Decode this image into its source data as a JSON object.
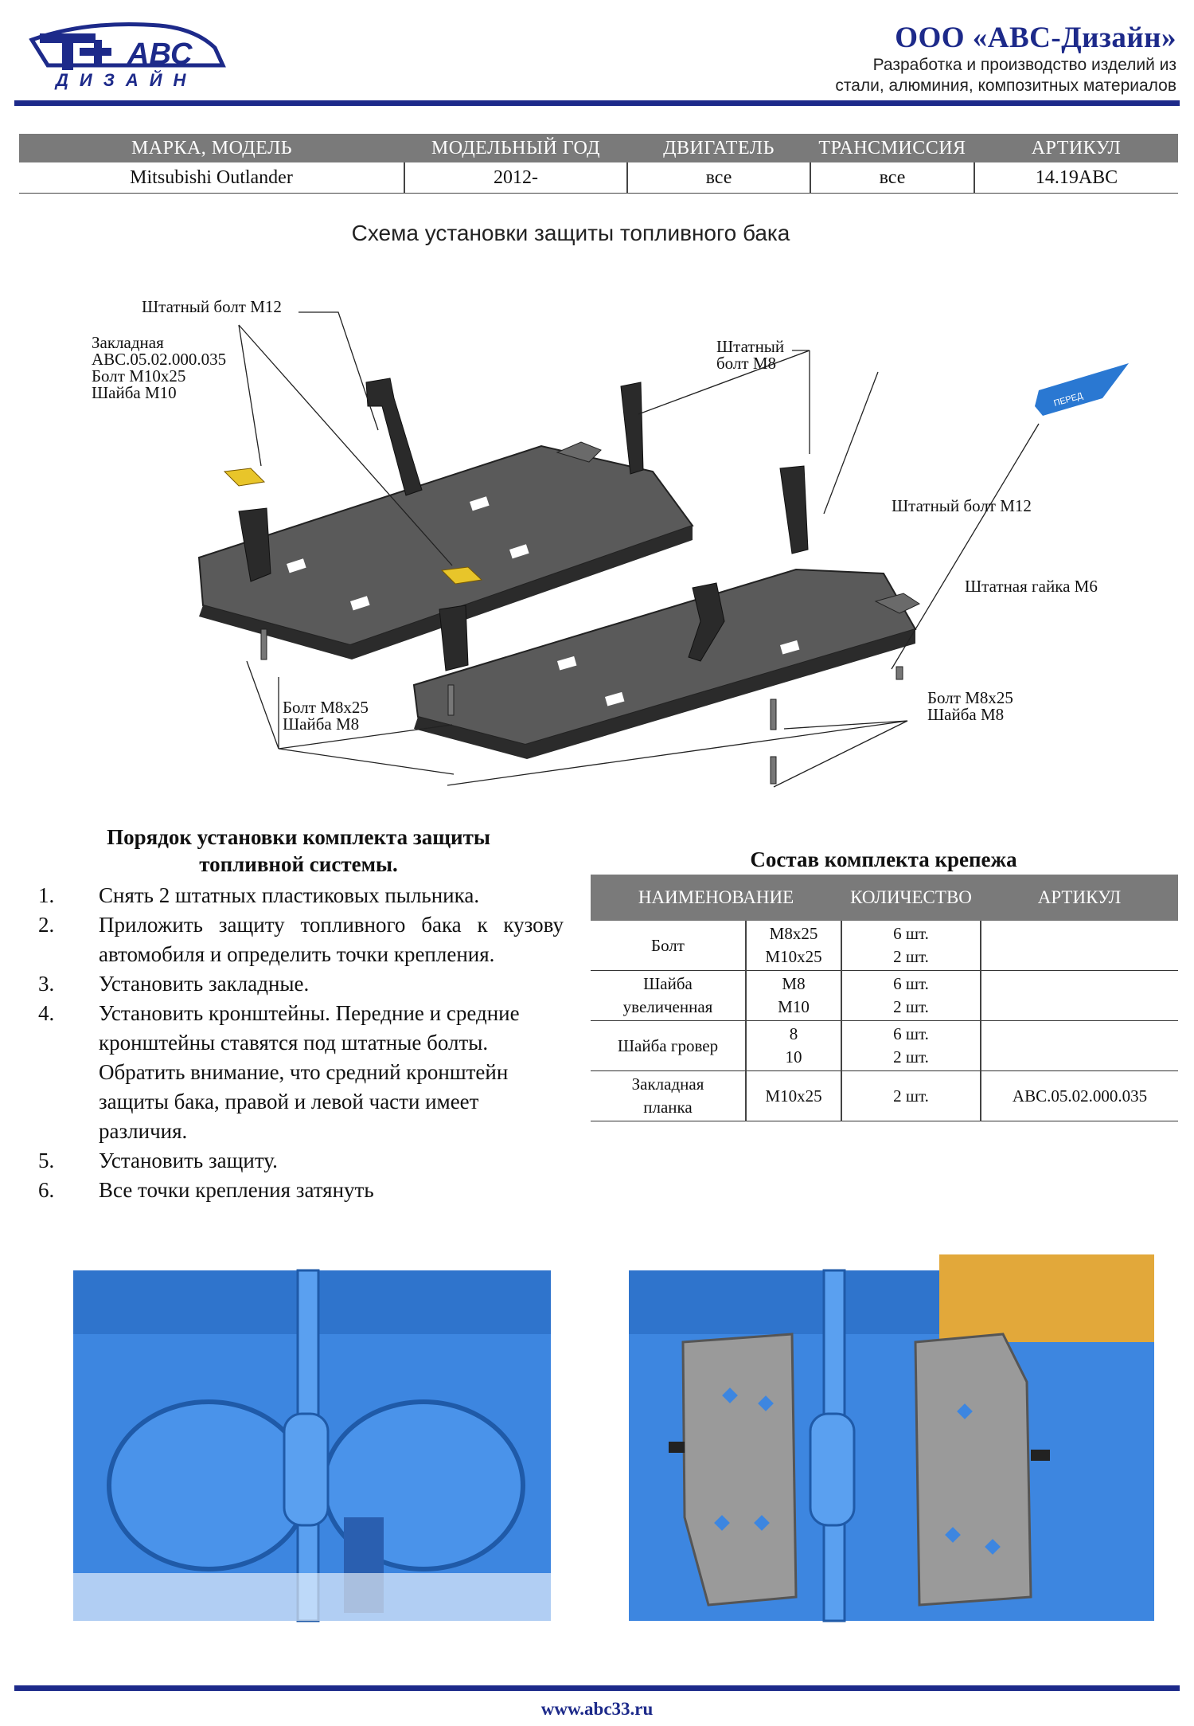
{
  "header": {
    "logo_text": "АВС",
    "logo_sub": "ДИЗАЙН",
    "company_name": "ООО «АВС-Дизайн»",
    "tagline_1": "Разработка и производство изделий из",
    "tagline_2": "стали, алюминия, композитных материалов",
    "accent_color": "#1d2a8a"
  },
  "vehicle_table": {
    "headers": [
      "МАРКА, МОДЕЛЬ",
      "МОДЕЛЬНЫЙ ГОД",
      "ДВИГАТЕЛЬ",
      "ТРАНСМИССИЯ",
      "АРТИКУЛ"
    ],
    "row": [
      "Mitsubishi Outlander",
      "2012-",
      "все",
      "все",
      "14.19ABC"
    ]
  },
  "diagram": {
    "title": "Схема установки защиты топливного бака",
    "labels": {
      "bolt_m12_top": "Штатный болт М12",
      "insert_1": "Закладная",
      "insert_2": "АВС.05.02.000.035",
      "insert_3": "Болт М10х25",
      "insert_4": "Шайба М10",
      "bolt_m8_top_1": "Штатный",
      "bolt_m8_top_2": "болт М8",
      "bolt_m12_right": "Штатный болт М12",
      "nut_m6": "Штатная гайка М6",
      "bolt_left_1": "Болт М8х25",
      "bolt_left_2": "Шайба М8",
      "bolt_right_1": "Болт М8х25",
      "bolt_right_2": "Шайба М8",
      "front_arrow": "ПЕРЕД"
    }
  },
  "instructions": {
    "title_1": "Порядок установки комплекта защиты",
    "title_2": "топливной системы.",
    "steps": [
      {
        "n": "1.",
        "text": "Снять 2 штатных пластиковых пыльника."
      },
      {
        "n": "2.",
        "text": "Приложить защиту топливного бака к кузову автомобиля и определить точки крепления."
      },
      {
        "n": "3.",
        "text": "Установить закладные."
      },
      {
        "n": "4.",
        "text": "Установить кронштейны. Передние и средние кронштейны ставятся под штатные болты. Обратить внимание, что средний кронштейн защиты бака, правой и левой части имеет различия."
      },
      {
        "n": "5.",
        "text": "Установить защиту."
      },
      {
        "n": "6.",
        "text": "Все точки крепления затянуть"
      }
    ]
  },
  "kit": {
    "title": "Состав комплекта крепежа",
    "headers": [
      "НАИМЕНОВАНИЕ",
      "КОЛИЧЕСТВО",
      "АРТИКУЛ"
    ],
    "rows": [
      {
        "name_1": "Болт",
        "name_2": "",
        "size_1": "М8х25",
        "size_2": "М10х25",
        "qty_1": "6 шт.",
        "qty_2": "2 шт.",
        "art": ""
      },
      {
        "name_1": "Шайба",
        "name_2": "увеличенная",
        "size_1": "М8",
        "size_2": "М10",
        "qty_1": "6 шт.",
        "qty_2": "2 шт.",
        "art": ""
      },
      {
        "name_1": "Шайба гровер",
        "name_2": "",
        "size_1": "8",
        "size_2": "10",
        "qty_1": "6 шт.",
        "qty_2": "2 шт.",
        "art": ""
      },
      {
        "name_1": "Закладная",
        "name_2": "планка",
        "size_1": "М10х25",
        "size_2": "",
        "qty_1": "2 шт.",
        "qty_2": "",
        "art": "АВС.05.02.000.035"
      }
    ]
  },
  "footer": {
    "url": "www.abc33.ru"
  }
}
